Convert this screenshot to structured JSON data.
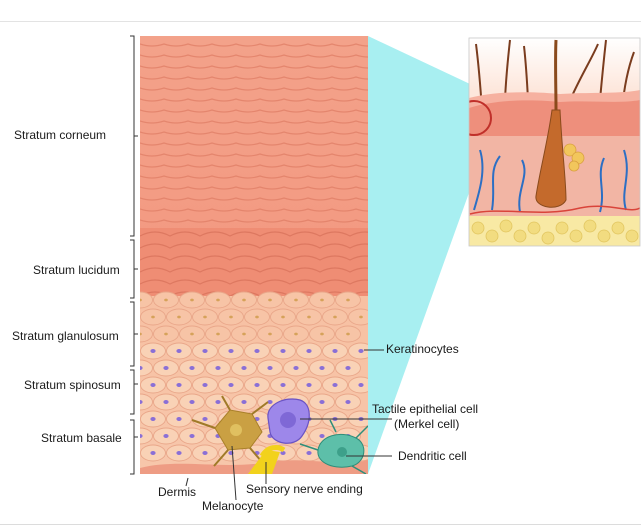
{
  "layers": [
    {
      "label": "Stratum corneum"
    },
    {
      "label": "Stratum lucidum"
    },
    {
      "label": "Stratum glanulosum"
    },
    {
      "label": "Stratum spinosum"
    },
    {
      "label": "Stratum basale"
    }
  ],
  "annotations": {
    "keratinocytes": "Keratinocytes",
    "tactile_line1": "Tactile epithelial cell",
    "tactile_line2": "(Merkel cell)",
    "dendritic": "Dendritic cell",
    "dermis": "Dermis",
    "sensory": "Sensory nerve ending",
    "melanocyte": "Melanocyte"
  },
  "colors": {
    "corneum": "#f4a088",
    "lucidum": "#f08f76",
    "glanulosum": "#f7c3a4",
    "spinosum": "#f9cfb2",
    "basale": "#f8c5a8",
    "nucleus": "#8a6fd6",
    "magnifier": "#a6f0f2",
    "merkel": "#9b86e8",
    "melanocyte": "#c9a040",
    "dendritic": "#5cc0a8",
    "nerve": "#f0d020"
  }
}
